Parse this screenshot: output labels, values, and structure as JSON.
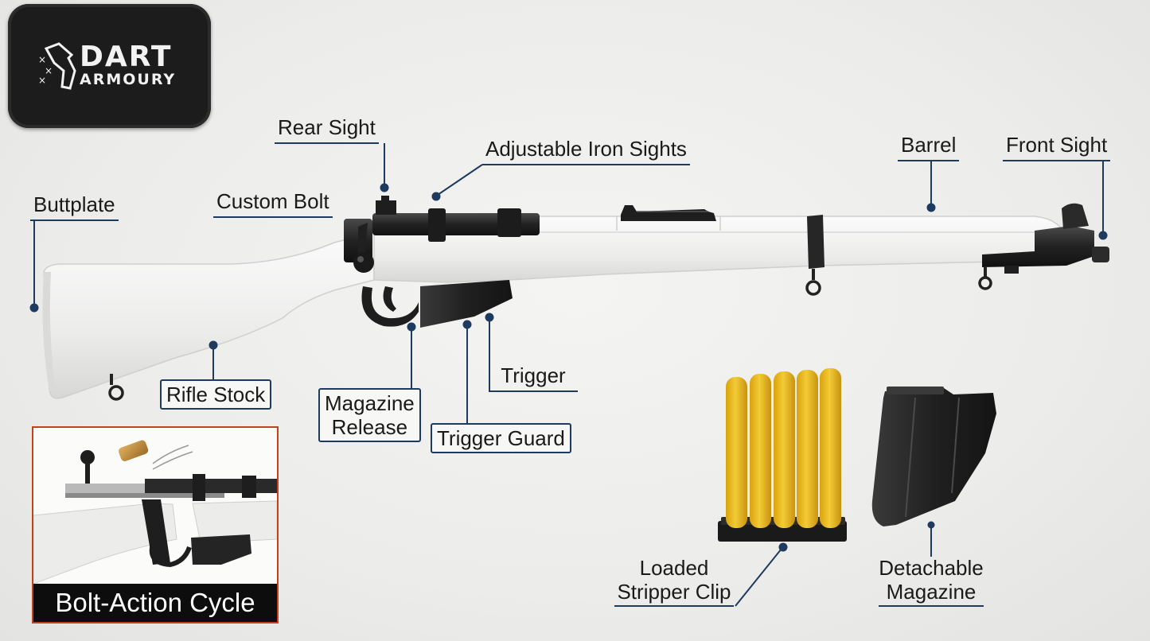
{
  "brand": {
    "line1": "DART",
    "line2": "ARMOURY"
  },
  "labels": {
    "rear_sight": "Rear Sight",
    "adjustable_iron_sights": "Adjustable Iron Sights",
    "barrel": "Barrel",
    "front_sight": "Front Sight",
    "buttplate": "Buttplate",
    "custom_bolt": "Custom Bolt",
    "rifle_stock": "Rifle Stock",
    "magazine_release": [
      "Magazine",
      "Release"
    ],
    "trigger": "Trigger",
    "trigger_guard": "Trigger Guard",
    "stripper_clip": [
      "Loaded",
      "Stripper Clip"
    ],
    "detachable_magazine": [
      "Detachable",
      "Magazine"
    ]
  },
  "inset": {
    "caption": "Bolt-Action Cycle"
  },
  "colors": {
    "leader_line": "#1e3a5f",
    "stock_white": "#ededec",
    "metal_black": "#1e1e1e",
    "dart_yellow": "#e8b81e",
    "inset_border": "#c0431e"
  }
}
